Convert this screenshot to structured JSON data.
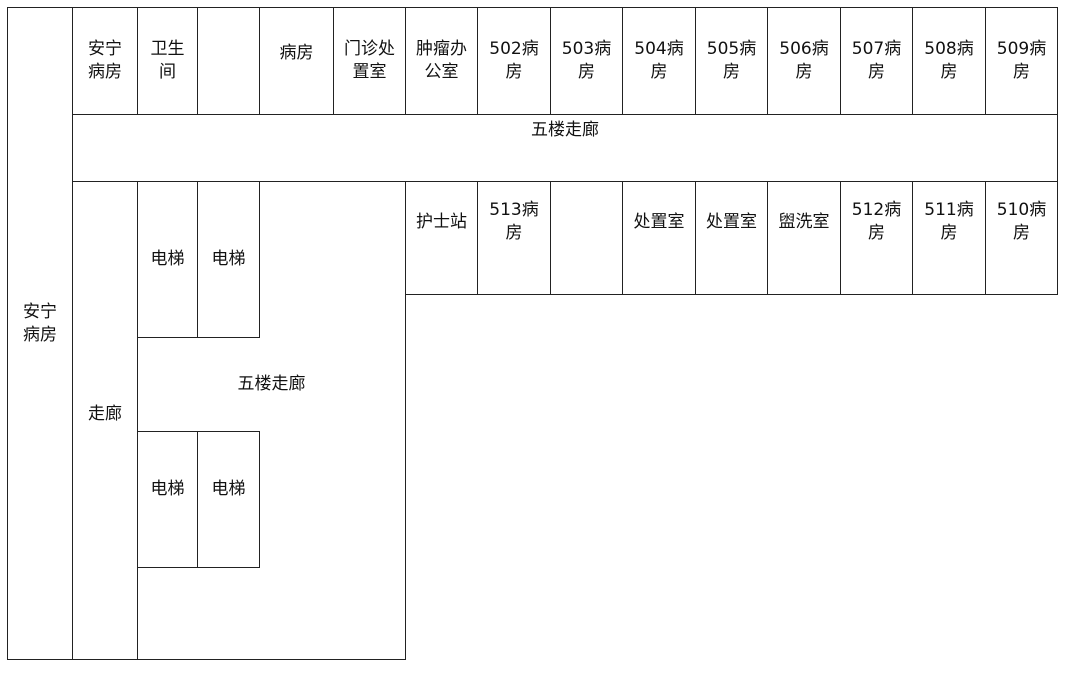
{
  "floor_plan": {
    "rooms": {
      "left_ward": "安宁\n病房",
      "top_ward": "安宁\n病房",
      "restroom": "卫生\n间",
      "blank_top": "",
      "ward_top": "病房",
      "clinic_treatment": "门诊处\n置室",
      "oncology_office": "肿瘤办\n公室",
      "r502": "502病\n房",
      "r503": "503病\n房",
      "r504": "504病\n房",
      "r505": "505病\n房",
      "r506": "506病\n房",
      "r507": "507病\n房",
      "r508": "508病\n房",
      "r509": "509病\n房",
      "corridor_main": "五楼走廊",
      "corridor_vertical": "走廊",
      "elevator_1": "电梯",
      "elevator_2": "电梯",
      "elevator_3": "电梯",
      "elevator_4": "电梯",
      "corridor_lobby": "五楼走廊",
      "nurse_station": "护士站",
      "r513": "513病\n房",
      "blank_mid": "",
      "treatment_1": "处置室",
      "treatment_2": "处置室",
      "washroom": "盥洗室",
      "r512": "512病\n房",
      "r511": "511病\n房",
      "r510": "510病\n房"
    }
  }
}
